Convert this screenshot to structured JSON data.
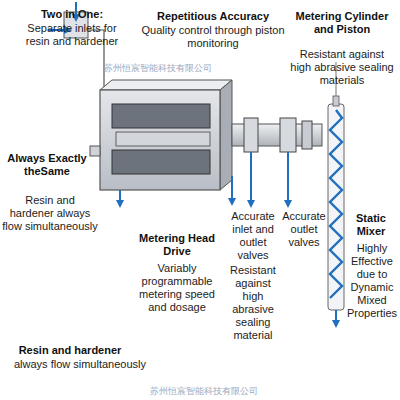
{
  "diagram": {
    "labels": [
      "Two in One:",
      "Separate inlets for resin and hardener",
      "Repetitious Accuracy",
      "Quality control through piston monitoring",
      "Metering Cylinder and Piston",
      "Resistant against high abrasive sealing materials",
      "Always Exactly theSame",
      "Resin and hardener always flow simultaneously",
      "Metering Head Drive",
      "Variably programmable metering speed and dosage",
      "Accurate inlet and outlet valves",
      "Resistant against high abrasive sealing material",
      "Accurate outlet valves",
      "Static Mixer",
      "Highly Effective due to Dynamic Mixed Properties",
      "Resin and hardener",
      "always flow simultaneously",
      "苏州恒宸智能科技有限公司",
      "苏州恒宸智能科技有限公司"
    ]
  }
}
